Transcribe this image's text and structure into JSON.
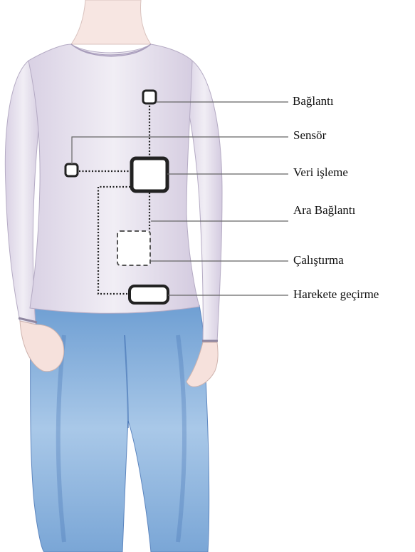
{
  "labels": {
    "baglanti": "Bağlantı",
    "sensor": "Sensör",
    "veri_isleme": "Veri işleme",
    "ara_baglanti": "Ara Bağlantı",
    "calistirma": "Çalıştırma",
    "harekete_gecirme": "Harekete geçirme"
  },
  "colors": {
    "shirt": "#e9e4ef",
    "shirt_shadow": "#c8bfd6",
    "skin": "#f6e1dc",
    "jeans": "#8fb6dd",
    "jeans_dark": "#4f7fc0",
    "module_stroke": "#222222"
  }
}
